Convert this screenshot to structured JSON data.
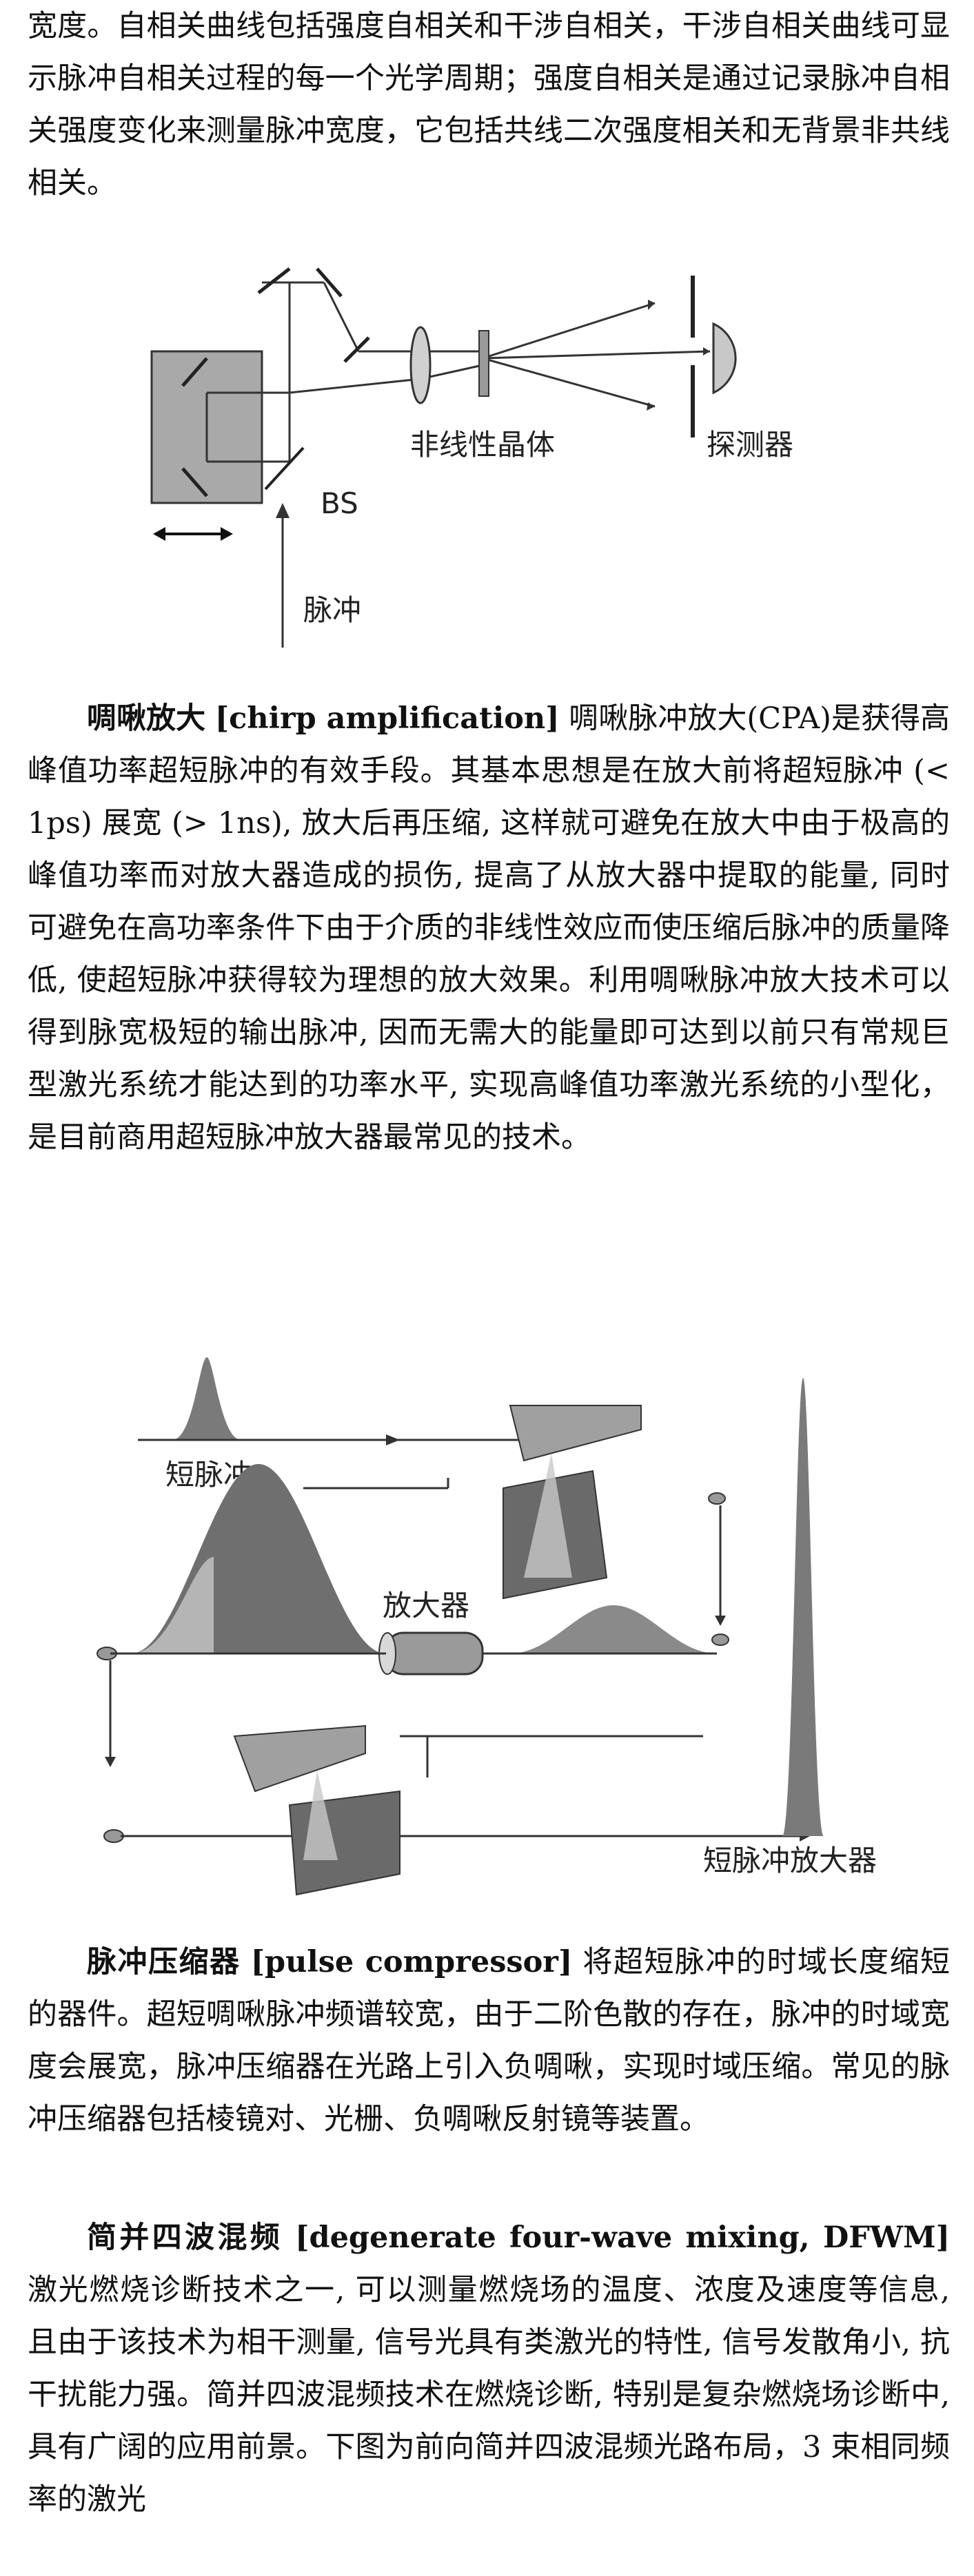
{
  "intro_text": "宽度。自相关曲线包括强度自相关和干涉自相关，干涉自相关曲线可显示脉冲自相关过程的每一个光学周期；强度自相关是通过记录脉冲自相关强度变化来测量脉冲宽度，它包括共线二次强度相关和无背景非共线相关。",
  "figure1": {
    "label_crystal": "非线性晶体",
    "label_detector": "探测器",
    "label_bs": "BS",
    "label_pulse": "脉冲"
  },
  "entry_chirp": {
    "term": "啁啾放大",
    "english": "[chirp amplification]",
    "body": "啁啾脉冲放大(CPA)是获得高峰值功率超短脉冲的有效手段。其基本思想是在放大前将超短脉冲 (< 1ps) 展宽 (> 1ns), 放大后再压缩, 这样就可避免在放大中由于极高的峰值功率而对放大器造成的损伤, 提高了从放大器中提取的能量, 同时可避免在高功率条件下由于介质的非线性效应而使压缩后脉冲的质量降低, 使超短脉冲获得较为理想的放大效果。利用啁啾脉冲放大技术可以得到脉宽极短的输出脉冲, 因而无需大的能量即可达到以前只有常规巨型激光系统才能达到的功率水平, 实现高峰值功率激光系统的小型化，是目前商用超短脉冲放大器最常见的技术。"
  },
  "figure2": {
    "label_short_pulse": "短脉冲",
    "label_amplifier": "放大器",
    "label_output": "短脉冲放大器"
  },
  "entry_compressor": {
    "term": "脉冲压缩器",
    "english": "[pulse compressor]",
    "body": "将超短脉冲的时域长度缩短的器件。超短啁啾脉冲频谱较宽，由于二阶色散的存在，脉冲的时域宽度会展宽，脉冲压缩器在光路上引入负啁啾，实现时域压缩。常见的脉冲压缩器包括棱镜对、光栅、负啁啾反射镜等装置。"
  },
  "entry_dfwm": {
    "term": "简并四波混频",
    "english": "[degenerate four-wave mixing, DFWM]",
    "body": "激光燃烧诊断技术之一, 可以测量燃烧场的温度、浓度及速度等信息, 且由于该技术为相干测量, 信号光具有类激光的特性, 信号发散角小, 抗干扰能力强。简并四波混频技术在燃烧诊断, 特别是复杂燃烧场诊断中, 具有广阔的应用前景。下图为前向简并四波混频光路布局，3 束相同频率的激光"
  }
}
